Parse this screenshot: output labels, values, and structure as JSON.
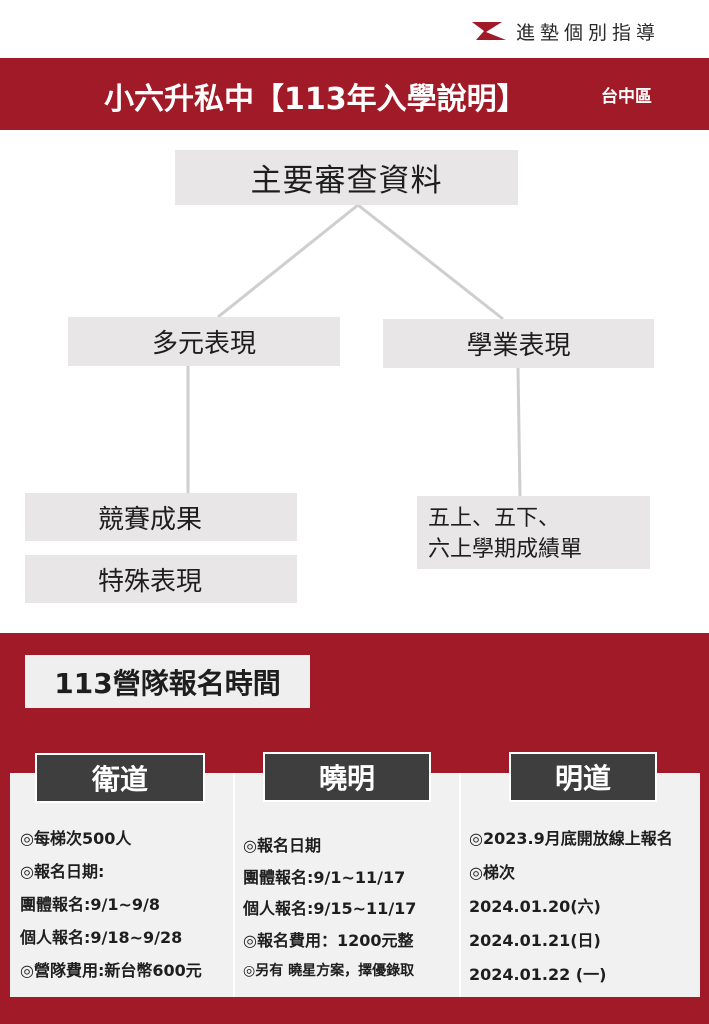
{
  "brand": {
    "logo_icon": "red-wing-logo-icon",
    "name": "進墊個別指導"
  },
  "banner": {
    "title": "小六升私中【113年入學說明】",
    "region": "台中區"
  },
  "tree": {
    "root": "主要審查資料",
    "branches": [
      {
        "label": "多元表現",
        "items": [
          "競賽成果",
          "特殊表現"
        ]
      },
      {
        "label": "學業表現",
        "items": [
          "五上、五下、",
          "六上學期成績單"
        ]
      }
    ]
  },
  "schedule": {
    "title": "113營隊報名時間",
    "schools": [
      {
        "name": "衛道",
        "lines": [
          "◎每梯次500人",
          "◎報名日期:",
          "團體報名:9/1~9/8",
          "個人報名:9/18~9/28",
          "◎營隊費用:新台幣600元"
        ]
      },
      {
        "name": "曉明",
        "lines": [
          "◎報名日期",
          "團體報名:9/1~11/17",
          "個人報名:9/15~11/17",
          "◎報名費用：1200元整",
          "◎另有 曉星方案，擇優錄取"
        ]
      },
      {
        "name": "明道",
        "lines": [
          "◎2023.9月底開放線上報名",
          "◎梯次",
          "2024.01.20(六)",
          "2024.01.21(日)",
          "2024.01.22 (一)"
        ]
      }
    ]
  },
  "colors": {
    "accent_red": "#a11a27",
    "box_gray": "#e8e6e6",
    "label_dark": "#3e3e3e"
  }
}
